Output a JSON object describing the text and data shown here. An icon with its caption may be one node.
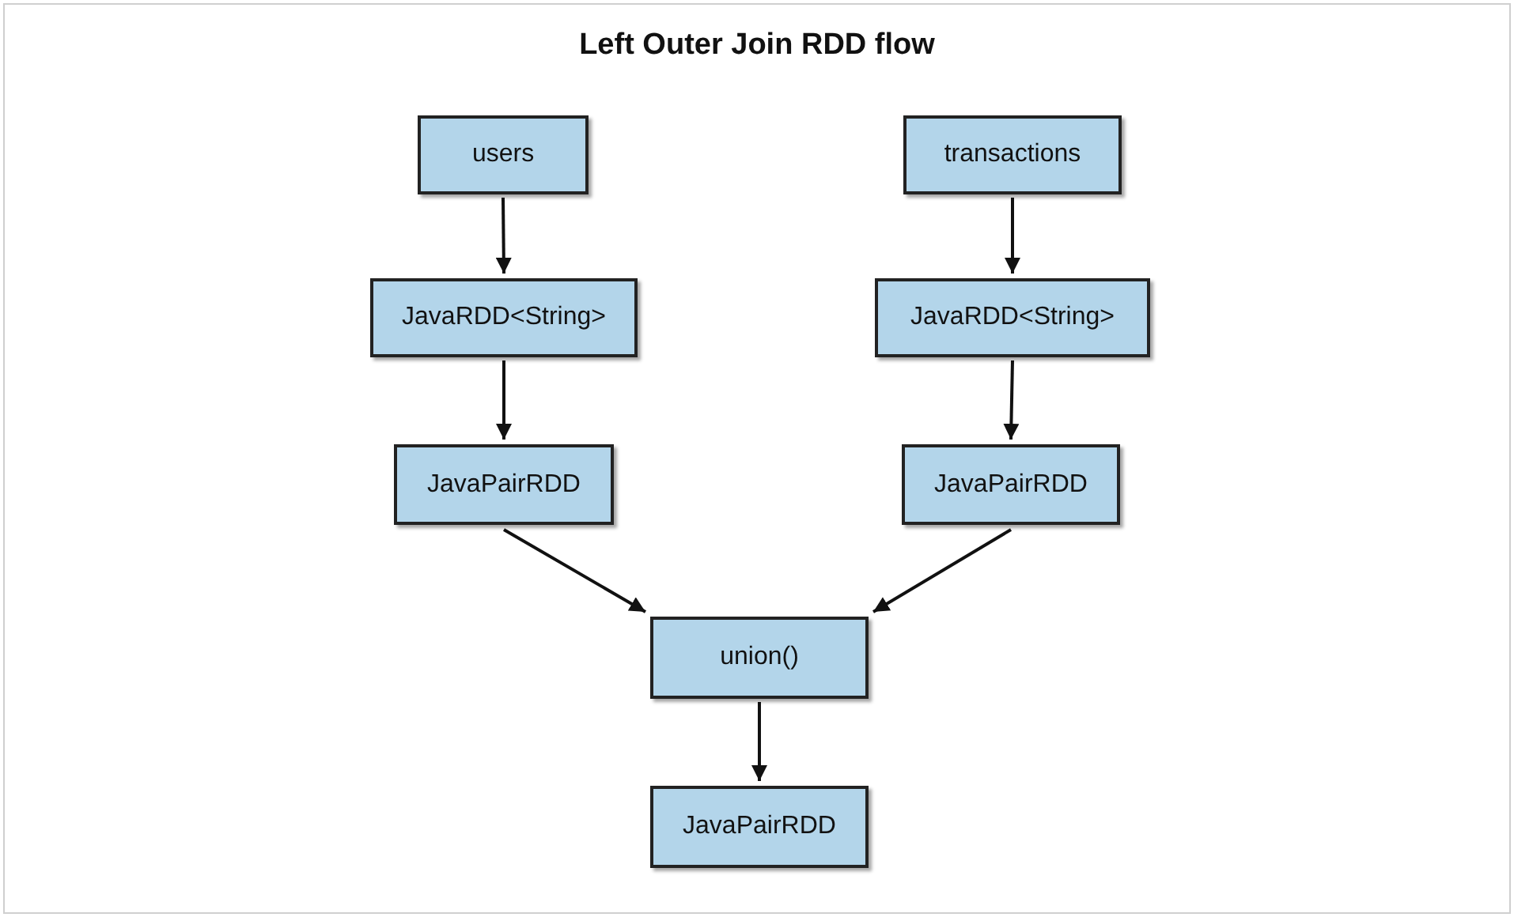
{
  "diagram": {
    "title": "Left Outer Join RDD flow",
    "nodes": [
      {
        "text": [
          "users"
        ]
      },
      {
        "text": [
          "transactions"
        ]
      },
      {
        "text": [
          "JavaRDD<String>"
        ]
      },
      {
        "text": [
          "JavaRDD<String>"
        ]
      },
      {
        "text": [
          "JavaPairRDD"
        ]
      },
      {
        "text": [
          "JavaPairRDD"
        ]
      },
      {
        "text": [
          "union()"
        ]
      },
      {
        "text": [
          "JavaPairRDD"
        ]
      }
    ],
    "edges": [
      {
        "from": 0,
        "to": 2,
        "arrow": "to"
      },
      {
        "from": 1,
        "to": 3,
        "arrow": "to"
      },
      {
        "from": 2,
        "to": 4,
        "arrow": "to"
      },
      {
        "from": 3,
        "to": 5,
        "arrow": "to"
      },
      {
        "from": 4,
        "to": 6,
        "arrow": "to"
      },
      {
        "from": 5,
        "to": 6,
        "arrow": "to"
      },
      {
        "from": 6,
        "to": 7,
        "arrow": "to"
      }
    ]
  }
}
